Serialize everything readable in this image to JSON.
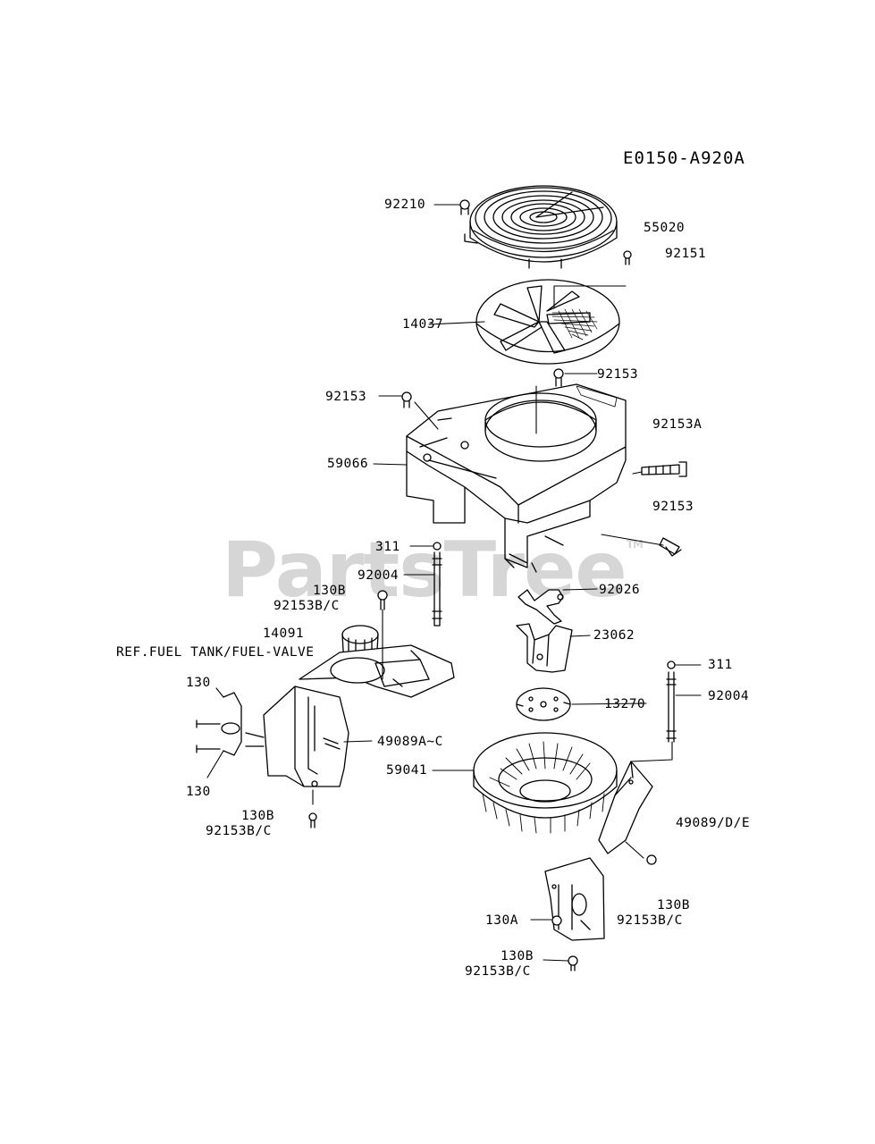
{
  "diagram": {
    "code": "E0150-A920A",
    "watermark": "PartsTree",
    "watermark_mark": "TM",
    "callouts": {
      "p92210": "92210",
      "p55020": "55020",
      "p92151": "92151",
      "p14037": "14037",
      "p92153_top": "92153",
      "p92153_left": "92153",
      "p92153a": "92153A",
      "p59066": "59066",
      "p92153_right": "92153",
      "p311_a": "311",
      "p92004_a": "92004",
      "p92026": "92026",
      "p130b_a": "130B",
      "p92153bc_a": "92153B/C",
      "p14091": "14091",
      "ref_fuel": "REF.FUEL TANK/FUEL-VALVE",
      "p23062": "23062",
      "p130_a": "130",
      "p311_b": "311",
      "p92004_b": "92004",
      "p13270": "13270",
      "p49089ac": "49089A~C",
      "p59041": "59041",
      "p130_b": "130",
      "p130b_b": "130B",
      "p92153bc_b": "92153B/C",
      "p49089de": "49089/D/E",
      "p130b_c": "130B",
      "p92153bc_c": "92153B/C",
      "p130a": "130A",
      "p130b_d": "130B",
      "p92153bc_d": "92153B/C"
    }
  }
}
